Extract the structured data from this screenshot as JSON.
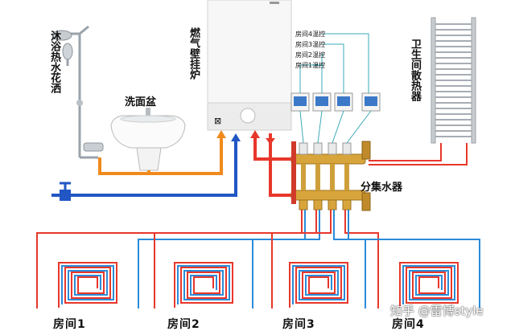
{
  "labels": {
    "shower": "沐浴热水花洒",
    "basin": "洗面盆",
    "boiler": "燃气壁挂炉",
    "radiator": "卫生间散热器",
    "manifold": "分集水器",
    "thermostats": [
      "房间4温控",
      "房间3温控",
      "房间2温控",
      "房间1温控"
    ],
    "rooms": [
      "房间1",
      "房间2",
      "房间3",
      "房间4"
    ],
    "boiler_badge": "⊠"
  },
  "watermark": "知乎 @雷博style",
  "colors": {
    "hot_pipe": "#e8372b",
    "cold_pipe": "#2156c4",
    "domestic_hot": "#f08a1d",
    "floor_hot": "#e8372b",
    "floor_cold": "#2b8bd8",
    "wire": "#3aa9b8",
    "thermostat_screen": "#3b78c8"
  }
}
